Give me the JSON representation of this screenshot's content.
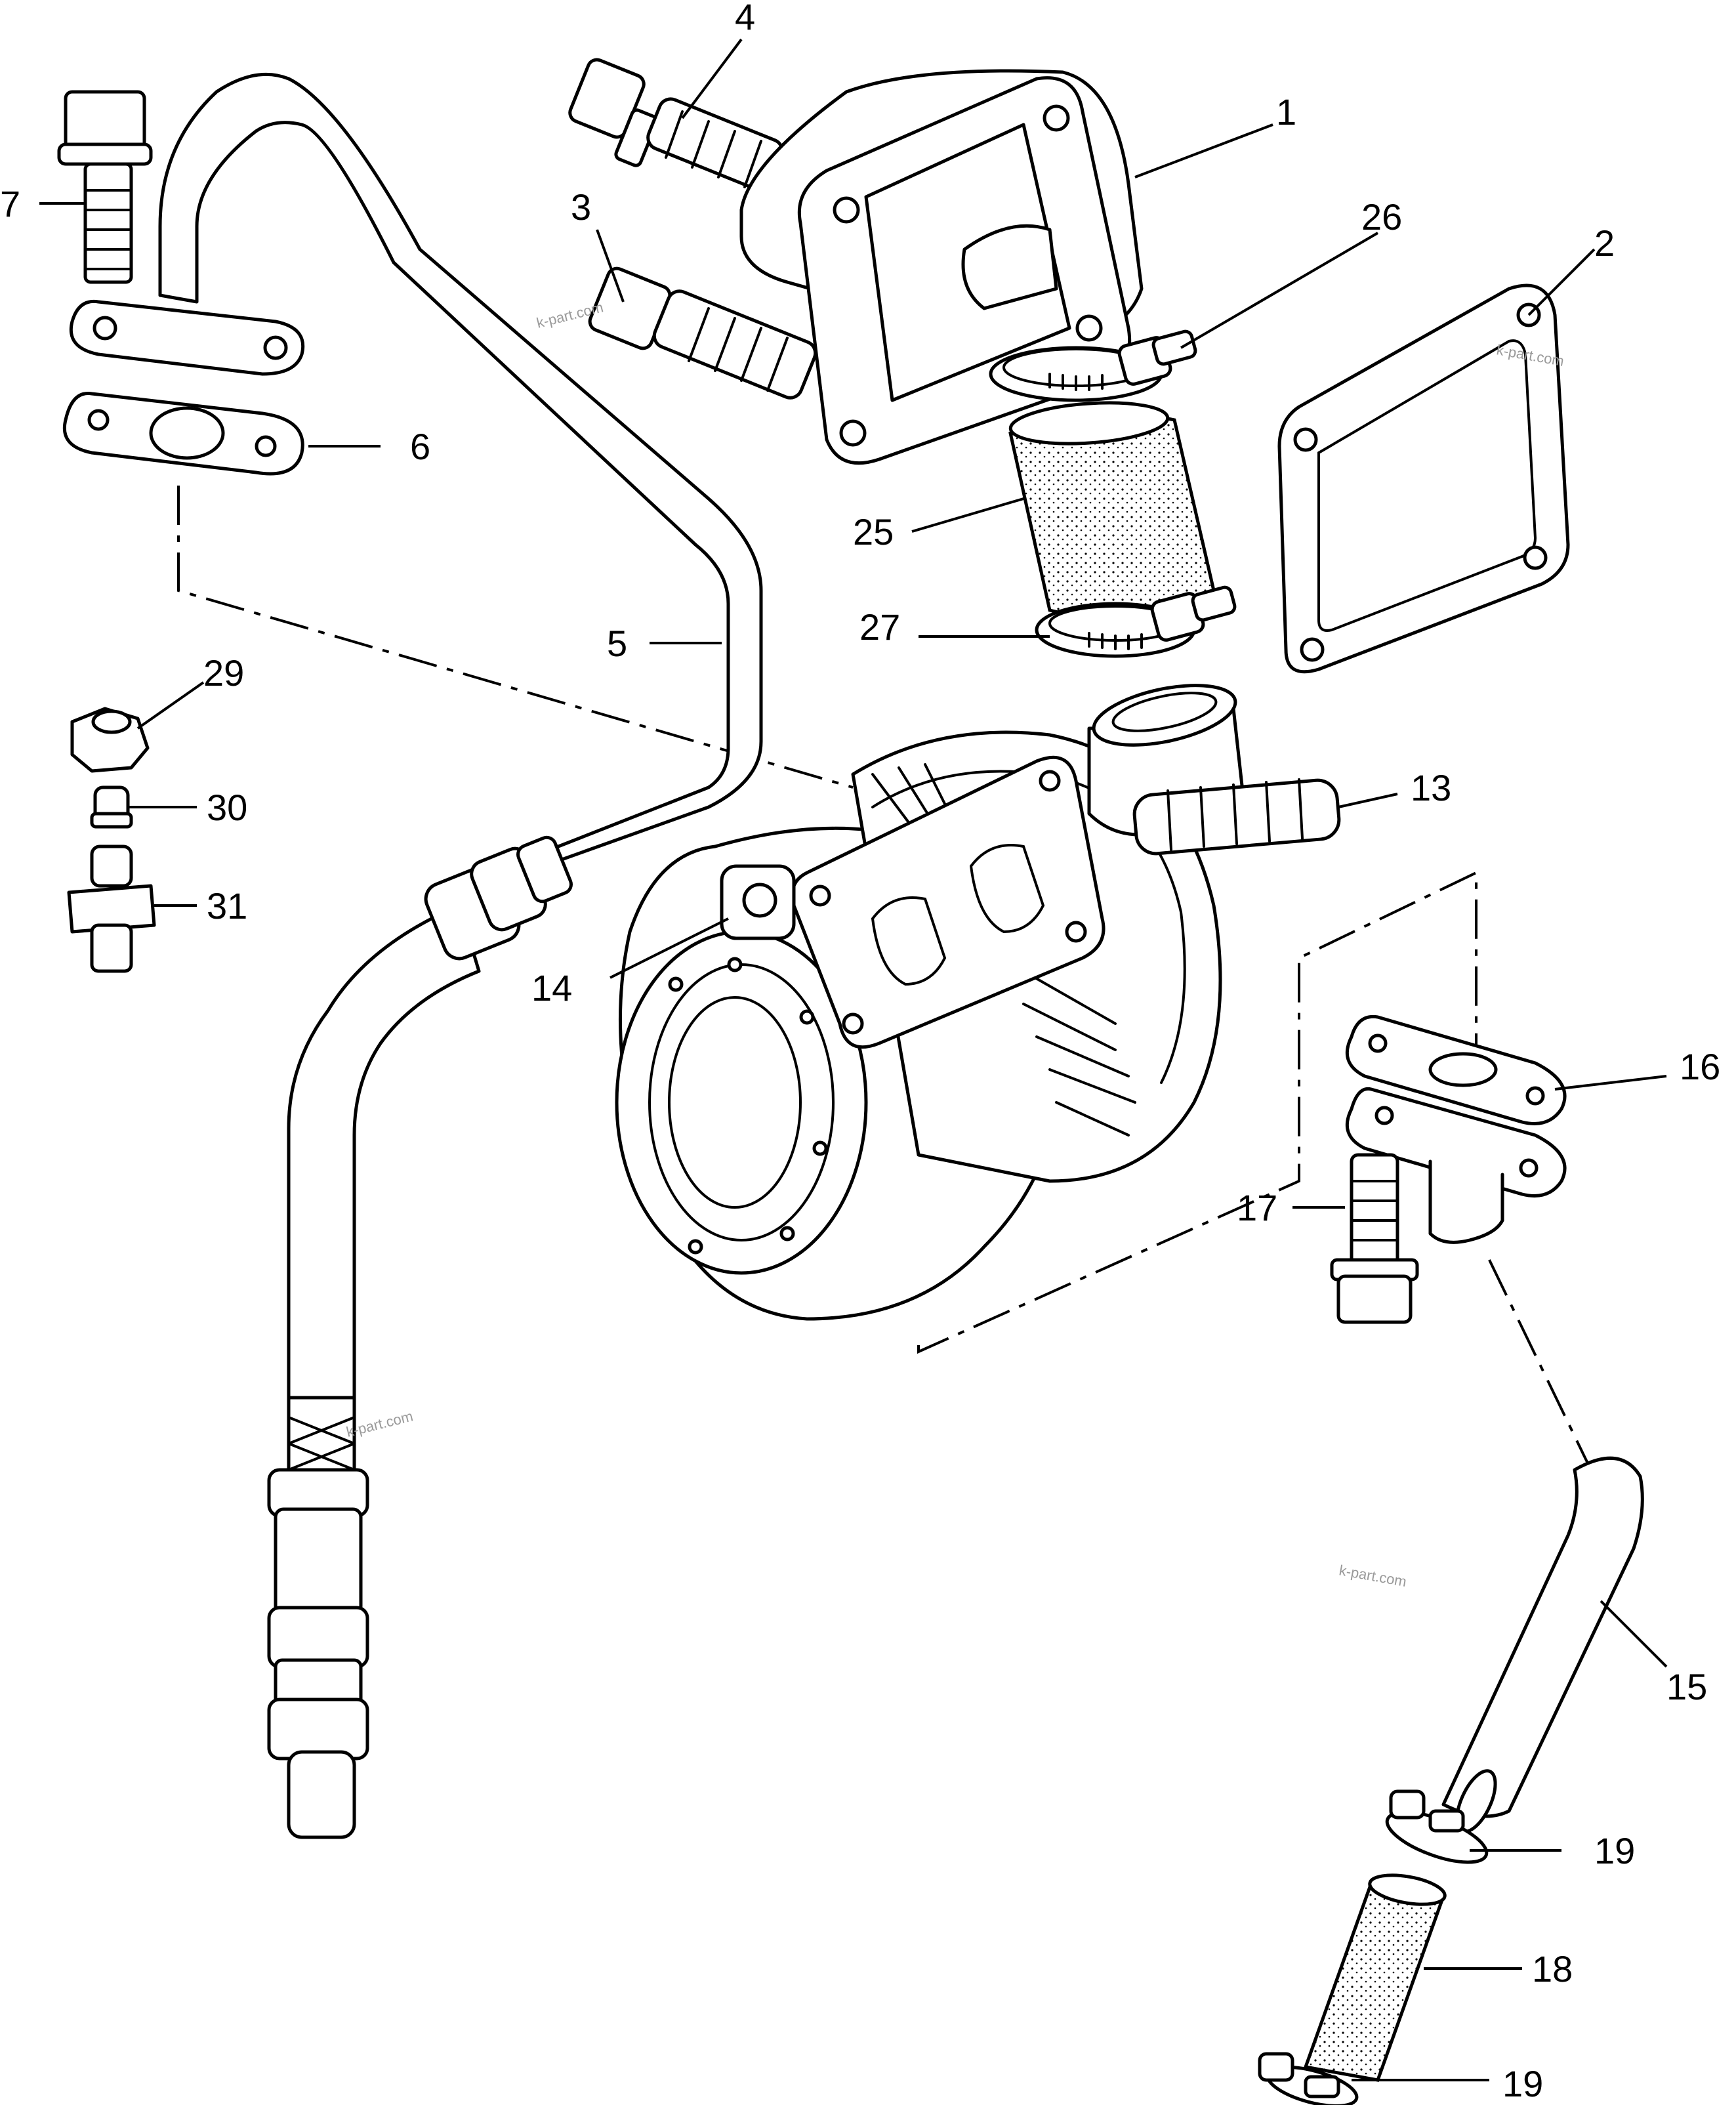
{
  "colors": {
    "line": "#000000",
    "background": "#ffffff",
    "watermark": "#9a9a9a"
  },
  "callouts": {
    "c1": "1",
    "c2": "2",
    "c3": "3",
    "c4": "4",
    "c5": "5",
    "c6": "6",
    "c7": "7",
    "c13": "13",
    "c14": "14",
    "c15": "15",
    "c16": "16",
    "c17": "17",
    "c18": "18",
    "c19a": "19",
    "c19b": "19",
    "c25": "25",
    "c26": "26",
    "c27": "27",
    "c29": "29",
    "c30": "30",
    "c31": "31"
  },
  "watermarks": {
    "w1": "k-part.com",
    "w2": "k-part.com",
    "w3": "k-part.com",
    "w4": "k-part.com"
  }
}
